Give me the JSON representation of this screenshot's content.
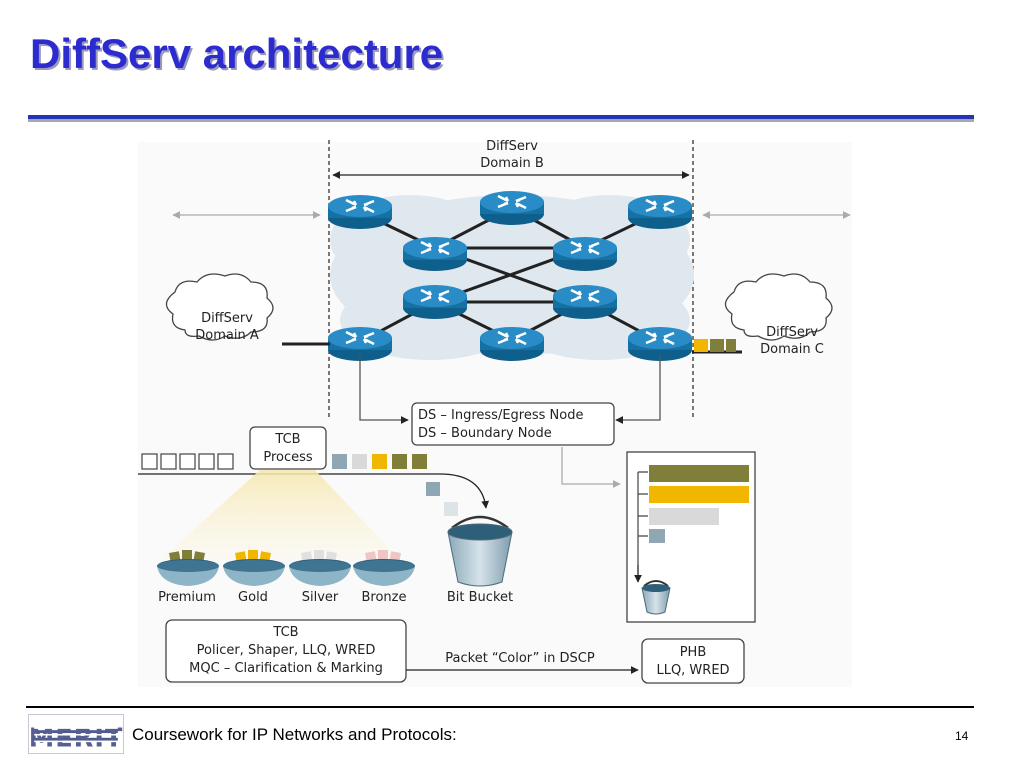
{
  "slide": {
    "title": "DiffServ architecture",
    "footer_text": "Coursework for IP Networks and Protocols:",
    "page_number": "14",
    "logo_text": "MERIT"
  },
  "diagram": {
    "domain_b": [
      "DiffServ",
      "Domain B"
    ],
    "domain_a": [
      "DiffServ",
      "Domain A"
    ],
    "domain_c": [
      "DiffServ",
      "Domain C"
    ],
    "node_box": [
      "DS – Ingress/Egress Node",
      "DS – Boundary Node"
    ],
    "tcb_process": [
      "TCB",
      "Process"
    ],
    "classes": [
      "Premium",
      "Gold",
      "Silver",
      "Bronze"
    ],
    "bit_bucket": "Bit Bucket",
    "tcb_box": [
      "TCB",
      "Policer, Shaper, LLQ, WRED",
      "MQC – Clarification & Marking"
    ],
    "packet_color": "Packet “Color” in DSCP",
    "phb": [
      "PHB",
      "LLQ, WRED"
    ],
    "colors": {
      "premium": "#7f7f3a",
      "gold": "#f1b700",
      "silver": "#d9d9d9",
      "bronze": "#efc5c5",
      "blue_gray": "#8fa6b3",
      "router": "#1b7fb5",
      "cloud": "#dfe8ee",
      "title": "#2b2bd0"
    }
  }
}
